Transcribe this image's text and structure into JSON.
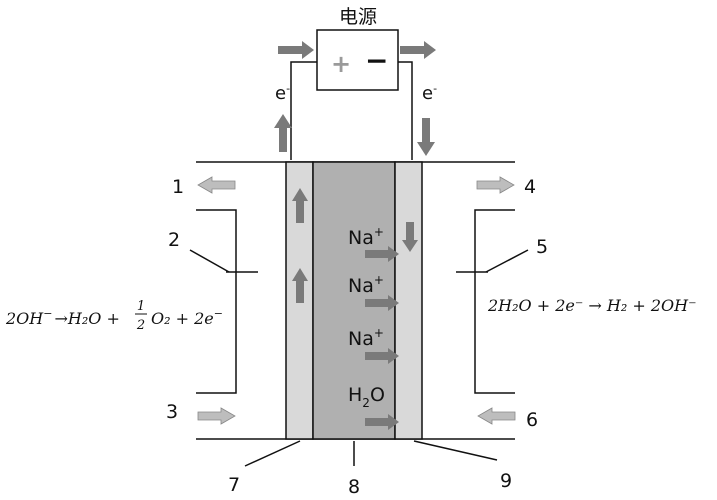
{
  "power_supply": {
    "title": "电源",
    "positive": "+",
    "negative": "−"
  },
  "electron": {
    "base": "e",
    "sup": "-"
  },
  "ions": {
    "na": "Na",
    "plus": "+"
  },
  "water": {
    "h": "H",
    "sub": "2",
    "o": "O"
  },
  "port_labels": {
    "p1": "1",
    "p2": "2",
    "p3": "3",
    "p4": "4",
    "p5": "5",
    "p6": "6",
    "p7": "7",
    "p8": "8",
    "p9": "9"
  },
  "anode_equation": {
    "lhs": "2OH",
    "minus": "−",
    "arrow": "→",
    "h2o": "H₂O + ",
    "frac_num": "1",
    "frac_den": "2",
    "o2": "O₂ + 2e",
    "minus2": "−"
  },
  "cathode_equation": {
    "text": "2H₂O + 2e⁻ → H₂ + 2OH⁻"
  },
  "colors": {
    "arrow_dark": "#7a7a7a",
    "arrow_light": "#bdbdbd",
    "membrane": "#b0b0b0",
    "electrode": "#d9d9d9"
  }
}
